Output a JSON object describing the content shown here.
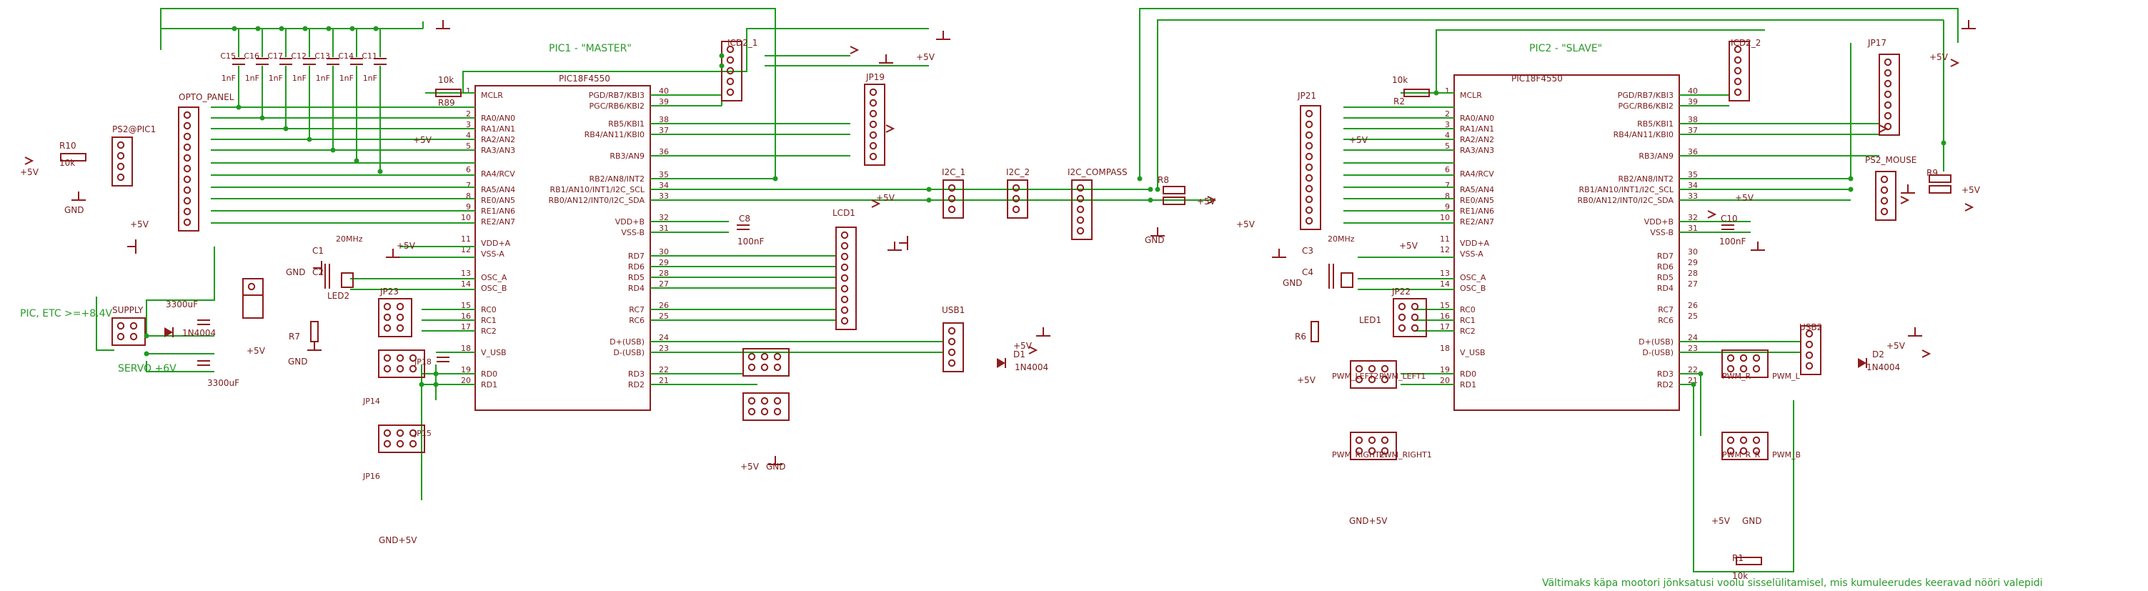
{
  "title1": "PIC1 - \"MASTER\"",
  "title2": "PIC2 - \"SLAVE\"",
  "chip": "PIC18F4550",
  "pic_left": [
    "MCLR",
    "RA0/AN0",
    "RA1/AN1",
    "RA2/AN2",
    "RA3/AN3",
    "RA4/RCV",
    "RA5/AN4",
    "RE0/AN5",
    "RE1/AN6",
    "RE2/AN7",
    "VDD+A",
    "VSS-A",
    "OSC_A",
    "OSC_B",
    "RC0",
    "RC1",
    "RC2",
    "V_USB",
    "RD0",
    "RD1"
  ],
  "pic_left_nums": [
    "1",
    "2",
    "3",
    "4",
    "5",
    "6",
    "7",
    "8",
    "9",
    "10",
    "11",
    "12",
    "13",
    "14",
    "15",
    "16",
    "17",
    "18",
    "19",
    "20"
  ],
  "pic_right": [
    "PGD/RB7/KBI3",
    "PGC/RB6/KBI2",
    "RB5/KBI1",
    "RB4/AN11/KBI0",
    "RB3/AN9",
    "RB2/AN8/INT2",
    "RB1/AN10/INT1/I2C_SCL",
    "RB0/AN12/INT0/I2C_SDA",
    "VDD+B",
    "VSS-B",
    "RD7",
    "RD6",
    "RD5",
    "RD4",
    "RC7",
    "RC6",
    "D+(USB)",
    "D-(USB)",
    "RD3",
    "RD2"
  ],
  "pic_right_nums": [
    "40",
    "39",
    "38",
    "37",
    "36",
    "35",
    "34",
    "33",
    "32",
    "31",
    "30",
    "29",
    "28",
    "27",
    "26",
    "25",
    "24",
    "23",
    "22",
    "21"
  ],
  "labels": {
    "icd2_1": "ICD2_1",
    "icd2_2": "ICD2_2",
    "jp19": "JP19",
    "jp17": "JP17",
    "jp21": "JP21",
    "jp22": "JP22",
    "jp23": "JP23",
    "opto": "OPTO_PANEL",
    "ps2": "PS2@PIC1",
    "ps2m": "PS2_MOUSE",
    "supply": "SUPPLY",
    "servo": "SERVO +6V",
    "pic_etc": "PIC, ETC >=+8.4V",
    "i2c1": "I2C_1",
    "i2c2": "I2C_2",
    "i2c_comp": "I2C_COMPASS",
    "lcd1": "LCD1",
    "usb1": "USB1",
    "usb2": "USB2",
    "d1": "D1",
    "d2": "D2",
    "d4": "1N4004",
    "d4b": "1N4004",
    "d4c": "1N4004",
    "r10": "R10",
    "r10v": "10k",
    "r89": "R89",
    "r89v": "10k",
    "r2": "R2",
    "r2v": "10k",
    "r8": "R8",
    "r9": "R9",
    "r1": "R1",
    "r1v": "10k",
    "r7": "R7",
    "r6": "R6",
    "c1": "C1",
    "c2": "C2",
    "c3": "C3",
    "c4": "C4",
    "c8": "C8",
    "c10": "C10",
    "c100": "100nF",
    "c100b": "100nF",
    "c3300": "3300uF",
    "c3300b": "3300uF",
    "mhz": "20MHz",
    "mhz2": "20MHz",
    "led2": "LED2",
    "led1": "LED1",
    "jp14": "JP14",
    "jp15": "JP15",
    "jp16": "JP16",
    "jp18": "JP18",
    "pwm_l2": "PWM_LEFT2",
    "pwm_l1": "PWM_LEFT1",
    "pwm_r2": "PWM_RIGHT2",
    "pwm_r1": "PWM_RIGHT1",
    "pwm_r": "PWM_R",
    "pwm_l": "PWM_L",
    "pwm_rr": "PWM_R_R",
    "pwm_b": "PWM_B",
    "plus5": "+5V",
    "gnd": "GND",
    "gndp5": "GND+5V"
  },
  "caps_top": [
    "C15",
    "C16",
    "C17",
    "C12",
    "C13",
    "C14",
    "C11"
  ],
  "caps_top_vals": [
    "1nF",
    "1nF",
    "1nF",
    "1nF",
    "1nF",
    "1nF",
    "1nF"
  ],
  "note": "Vältimaks käpa mootori jõnksatusi voolu sisselülitamisel, mis kumuleerudes keeravad nööri valepidi"
}
